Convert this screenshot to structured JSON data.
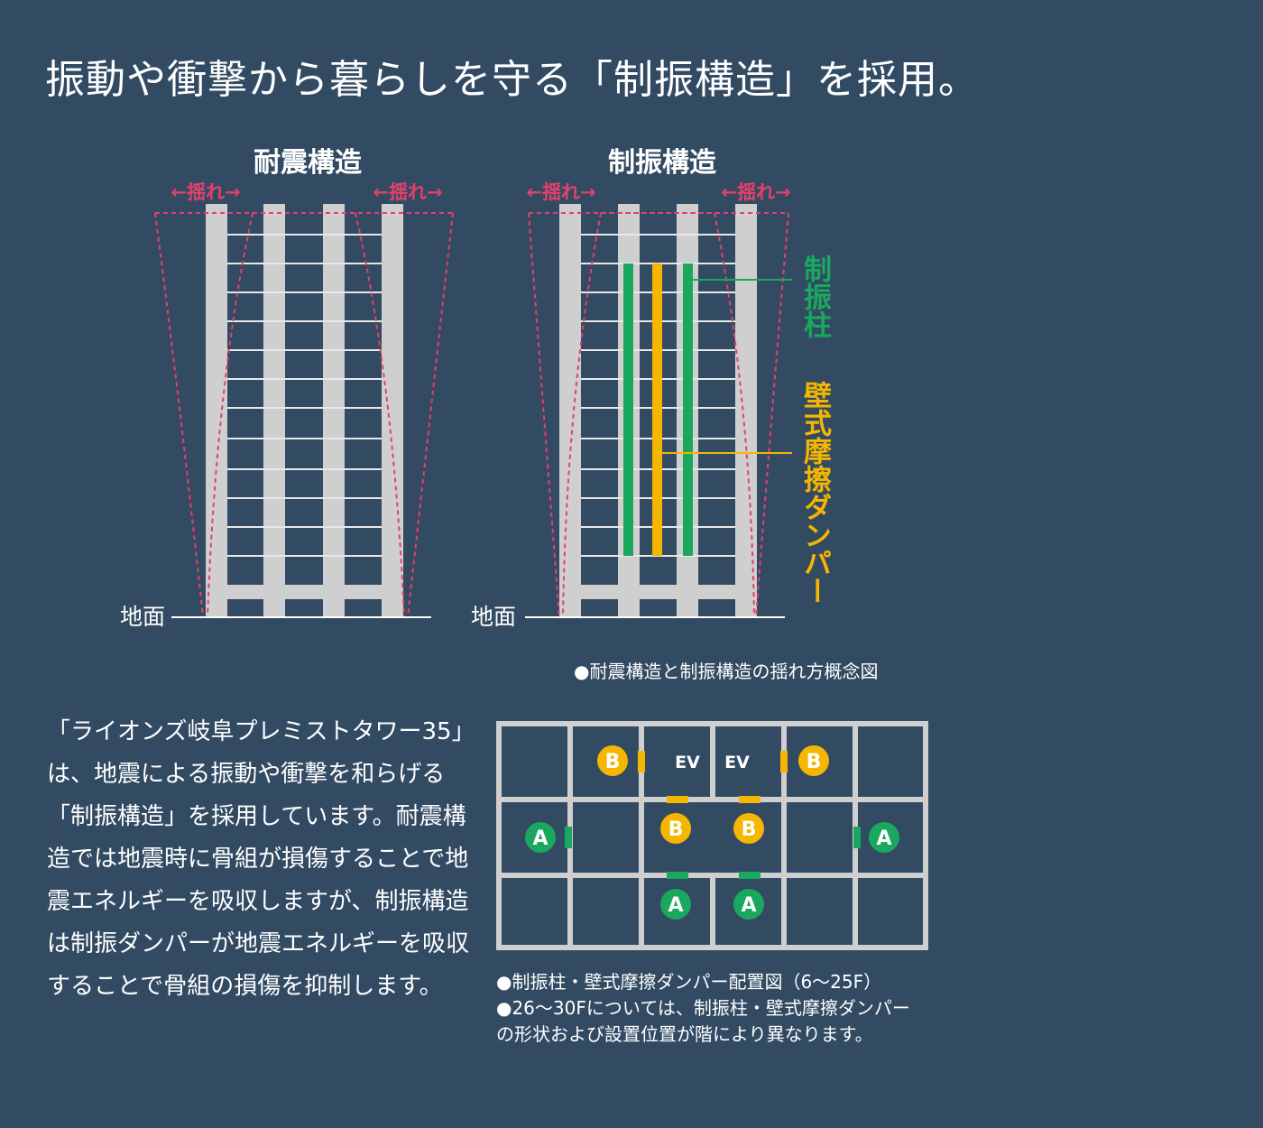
{
  "headline": "振動や衝撃から暮らしを守る「制振構造」を採用。",
  "diagram_left": {
    "title": "耐震構造",
    "sway_left": "←揺れ→",
    "sway_right": "←揺れ→",
    "ground_label": "地面"
  },
  "diagram_right": {
    "title": "制振構造",
    "sway_left": "←揺れ→",
    "sway_right": "←揺れ→",
    "ground_label": "地面",
    "column_label": "制振柱",
    "damper_label": "壁式摩擦ダンパー"
  },
  "diagram_caption": "●耐震構造と制振構造の揺れ方概念図",
  "body_text": "「ライオンズ岐阜プレミストタワー35」は、地震による振動や衝撃を和らげる「制振構造」を採用しています。耐震構造では地震時に骨組が損傷することで地震エネルギーを吸収しますが、制振構造は制振ダンパーが地震エネルギーを吸収することで骨組の損傷を抑制します。",
  "floor_plan": {
    "badges": [
      "B",
      "EV",
      "EV",
      "B",
      "A",
      "B",
      "B",
      "A",
      "A",
      "A"
    ],
    "notes": [
      "●制振柱・壁式摩擦ダンパー配置図（6〜25F）",
      "●26〜30Fについては、制振柱・壁式摩擦ダンパー",
      "の形状および設置位置が階により異なります。"
    ]
  },
  "colors": {
    "background": "#324b63",
    "structure": "#cfcfcf",
    "sway": "#e4416a",
    "column_green": "#1aa85e",
    "damper_yellow": "#f5b600"
  }
}
